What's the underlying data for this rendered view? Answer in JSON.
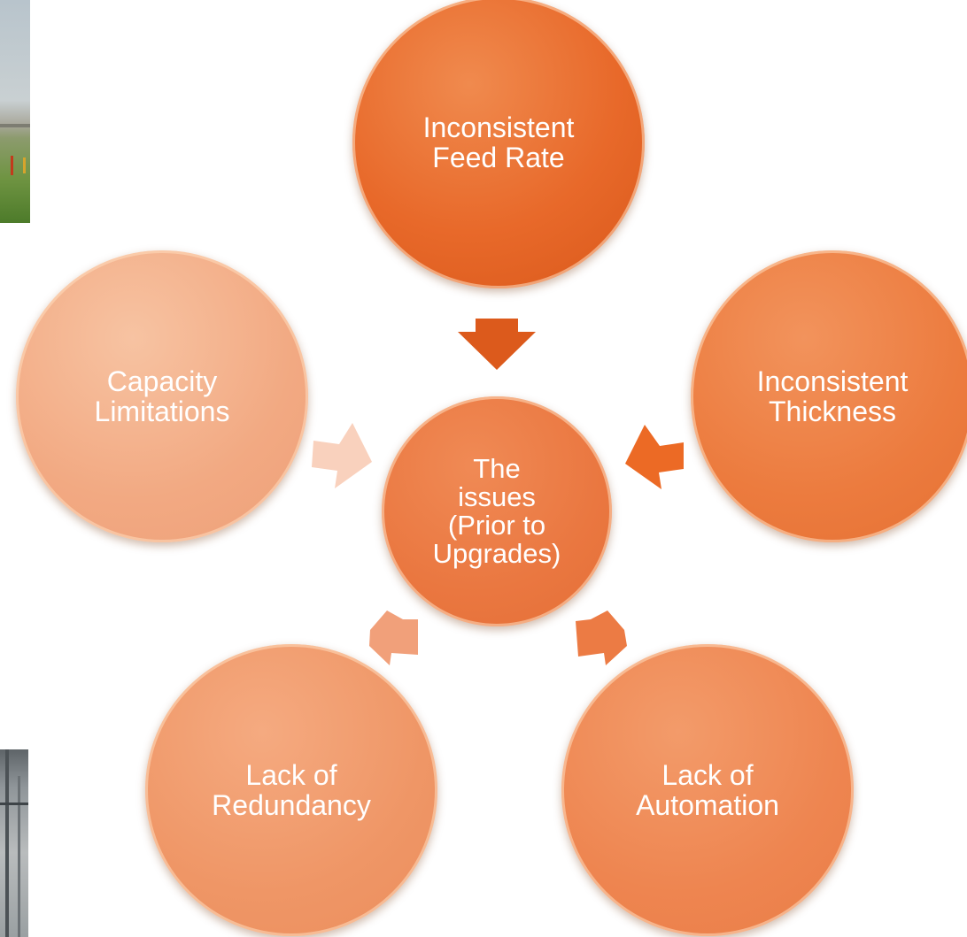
{
  "diagram": {
    "center": {
      "text": "The\nissues\n(Prior to\nUpgrades)"
    },
    "nodes": {
      "top": "Inconsistent\nFeed Rate",
      "right": "Inconsistent\nThickness",
      "left": "Capacity\nLimitations",
      "bottom_left": "Lack of\nRedundancy",
      "bottom_right": "Lack of\nAutomation"
    },
    "colors": {
      "top": "#e8692a",
      "right": "#ec7b3e",
      "left": "#f2a982",
      "bottom_left": "#ef9666",
      "bottom_right": "#ee8550",
      "center": "#ea7740"
    }
  }
}
